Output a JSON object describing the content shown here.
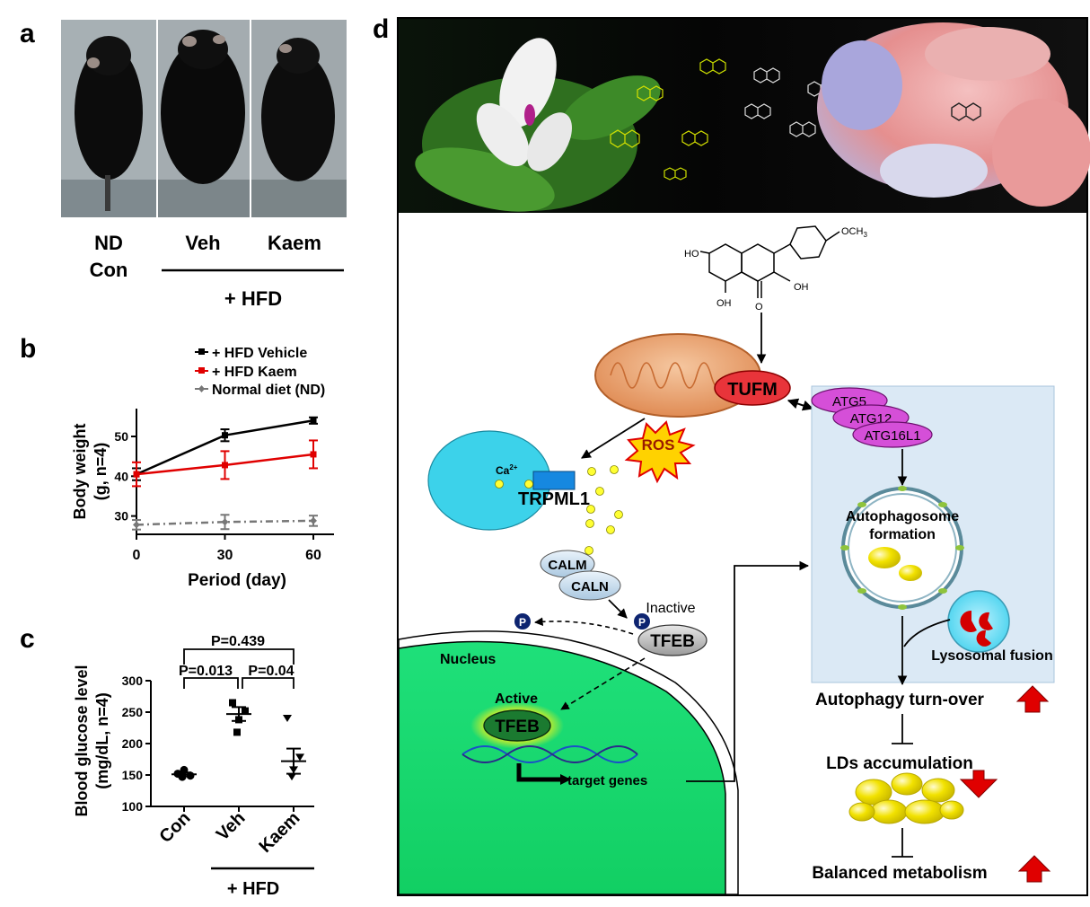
{
  "panel_a": {
    "letter": "a",
    "labels": [
      "ND",
      "Con",
      "Veh",
      "Kaem"
    ],
    "hfd_label": "+ HFD"
  },
  "panel_b": {
    "letter": "b",
    "legend": [
      "+ HFD Vehicle",
      "+ HFD Kaem",
      "Normal diet (ND)"
    ],
    "ylabel_line1": "Body weight",
    "ylabel_line2": "(g, n=4)",
    "xlabel": "Period  (day)",
    "xticks": [
      "0",
      "30",
      "60"
    ],
    "yticks": [
      "30",
      "40",
      "50"
    ]
  },
  "panel_c": {
    "letter": "c",
    "ylabel_line1": "Blood glucose level",
    "ylabel_line2": "(mg/dL, n=4)",
    "yticks": [
      "100",
      "150",
      "200",
      "250",
      "300"
    ],
    "categories": [
      "Con",
      "Veh",
      "Kaem"
    ],
    "hfd_label": "+ HFD",
    "p_values": [
      "P=0.439",
      "P=0.013",
      "P=0.04"
    ]
  },
  "panel_d": {
    "letter": "d",
    "molecule": {
      "ho1": "HO",
      "ho2": "OH",
      "oh3": "OH",
      "och3": "OCH",
      "och3_sub": "3",
      "carbonyl": "O"
    },
    "tufm": "TUFM",
    "ros": "ROS",
    "atg": [
      "ATG5",
      "ATG12",
      "ATG16L1"
    ],
    "ca": "Ca",
    "ca_sup": "2+",
    "trpml1": "TRPML1",
    "calm": "CALM",
    "caln": "CALN",
    "inactive": "Inactive",
    "p": "P",
    "tfeb": "TFEB",
    "nucleus": "Nucleus",
    "active": "Active",
    "target_genes": "target genes",
    "autophagosome_1": "Autophagosome",
    "autophagosome_2": "formation",
    "lysosomal_fusion": "Lysosomal  fusion",
    "autophagy": "Autophagy turn-over",
    "lds": "LDs accumulation",
    "balanced": "Balanced metabolism"
  },
  "chart_data": [
    {
      "type": "line",
      "panel": "b",
      "x": [
        0,
        30,
        60
      ],
      "series": [
        {
          "name": "+ HFD Vehicle",
          "values": [
            40.5,
            50.3,
            54.0
          ],
          "err": [
            1.5,
            1.5,
            0.8
          ],
          "color": "#000000"
        },
        {
          "name": "+ HFD Kaem",
          "values": [
            40.5,
            42.8,
            45.5
          ],
          "err": [
            3.0,
            3.5,
            3.5
          ],
          "color": "#e00000"
        },
        {
          "name": "Normal diet (ND)",
          "values": [
            27.8,
            28.5,
            28.8
          ],
          "err": [
            1.2,
            1.8,
            1.3
          ],
          "color": "#777777"
        }
      ],
      "xlabel": "Period  (day)",
      "ylabel": "Body weight (g, n=4)",
      "xlim": [
        0,
        67
      ],
      "ylim": [
        25.4,
        57
      ]
    },
    {
      "type": "scatter",
      "panel": "c",
      "categories": [
        "Con",
        "Veh",
        "Kaem"
      ],
      "points": [
        [
          152,
          149,
          158,
          147
        ],
        [
          265,
          252,
          238,
          218
        ],
        [
          240,
          178,
          158,
          147
        ]
      ],
      "means": [
        151,
        247,
        172
      ],
      "sem": [
        3,
        11,
        20
      ],
      "ylabel": "Blood glucose level (mg/dL, n=4)",
      "ylim": [
        100,
        300
      ],
      "p_values": [
        "P=0.439",
        "P=0.013",
        "P=0.04"
      ]
    }
  ]
}
